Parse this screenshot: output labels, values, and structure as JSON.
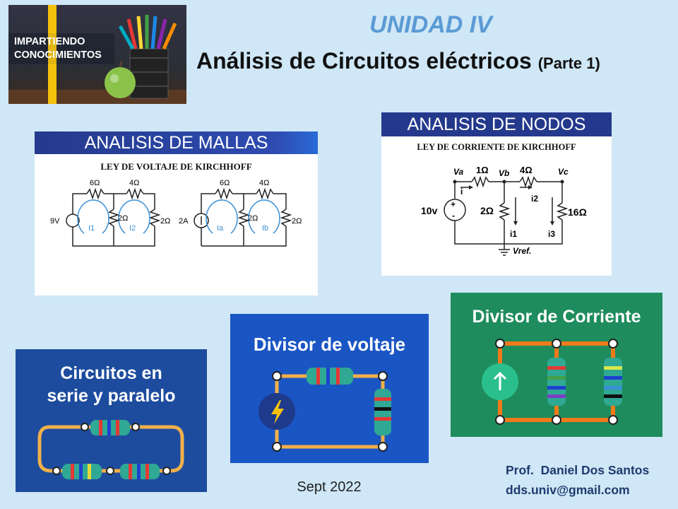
{
  "header": {
    "unit": "UNIDAD IV",
    "title": "Análisis de Circuitos eléctricos",
    "title_part": "(Parte 1)"
  },
  "banner": {
    "line1": "IMPARTIENDO",
    "line2": "CONOCIMIENTOS"
  },
  "mallas": {
    "heading": "ANALISIS DE MALLAS",
    "subtitle": "LEY DE VOLTAJE DE KIRCHHOFF",
    "labels": {
      "r6a": "6Ω",
      "r4a": "4Ω",
      "src_v": "9V",
      "mesh1": "I1",
      "r2a": "2Ω",
      "mesh2": "I2",
      "r2b": "2Ω",
      "r6b": "6Ω",
      "r4b": "4Ω",
      "src_i": "2A",
      "mesha": "Ia",
      "r2c": "2Ω",
      "meshb": "Ib",
      "r2d": "2Ω"
    }
  },
  "nodos": {
    "heading": "ANALISIS DE NODOS",
    "subtitle": "LEY DE CORRIENTE DE KIRCHHOFF",
    "labels": {
      "va": "Va",
      "r1": "1Ω",
      "vb": "Vb",
      "r4": "4Ω",
      "vc": "Vc",
      "i": "i",
      "i2": "i2",
      "src": "10v",
      "r2": "2Ω",
      "r16": "16Ω",
      "i1": "i1",
      "i3": "i3",
      "vref": "Vref."
    }
  },
  "divisor_corriente": {
    "title": "Divisor de Corriente"
  },
  "divisor_voltaje": {
    "title": "Divisor de voltaje"
  },
  "serie_paralelo": {
    "line1": "Circuitos en",
    "line2": "serie y paralelo"
  },
  "footer": {
    "date": "Sept 2022",
    "author": "Prof.  Daniel Dos Santos",
    "email": "dds.univ@gmail.com"
  }
}
